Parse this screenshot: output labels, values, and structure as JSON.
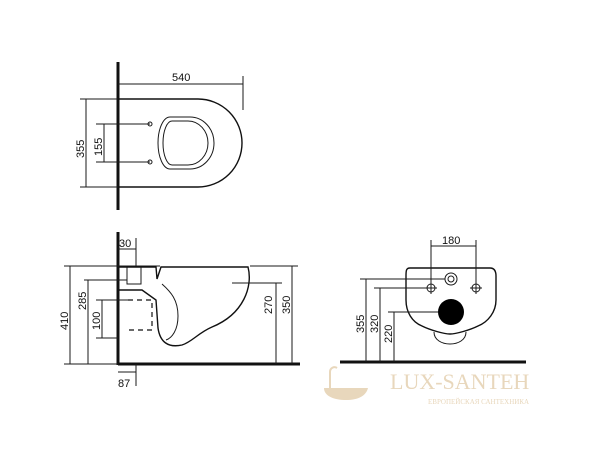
{
  "top_view": {
    "width_label": "540",
    "depth_label": "355",
    "inner_label": "155"
  },
  "side_view": {
    "pipe_label": "30",
    "total_height_label": "410",
    "outlet_label": "285",
    "bottom_label": "100",
    "bowl_height_label": "270",
    "rim_height_label": "350",
    "offset_label": "87"
  },
  "rear_view": {
    "width_label": "180",
    "h1_label": "355",
    "h2_label": "320",
    "h3_label": "220"
  },
  "watermark": {
    "brand": "LUX-SANTEH",
    "tagline": "ЕВРОПЕЙСКАЯ САНТЕХНИКА"
  },
  "colors": {
    "line": "#111111",
    "watermark": "#e6d3b5"
  }
}
